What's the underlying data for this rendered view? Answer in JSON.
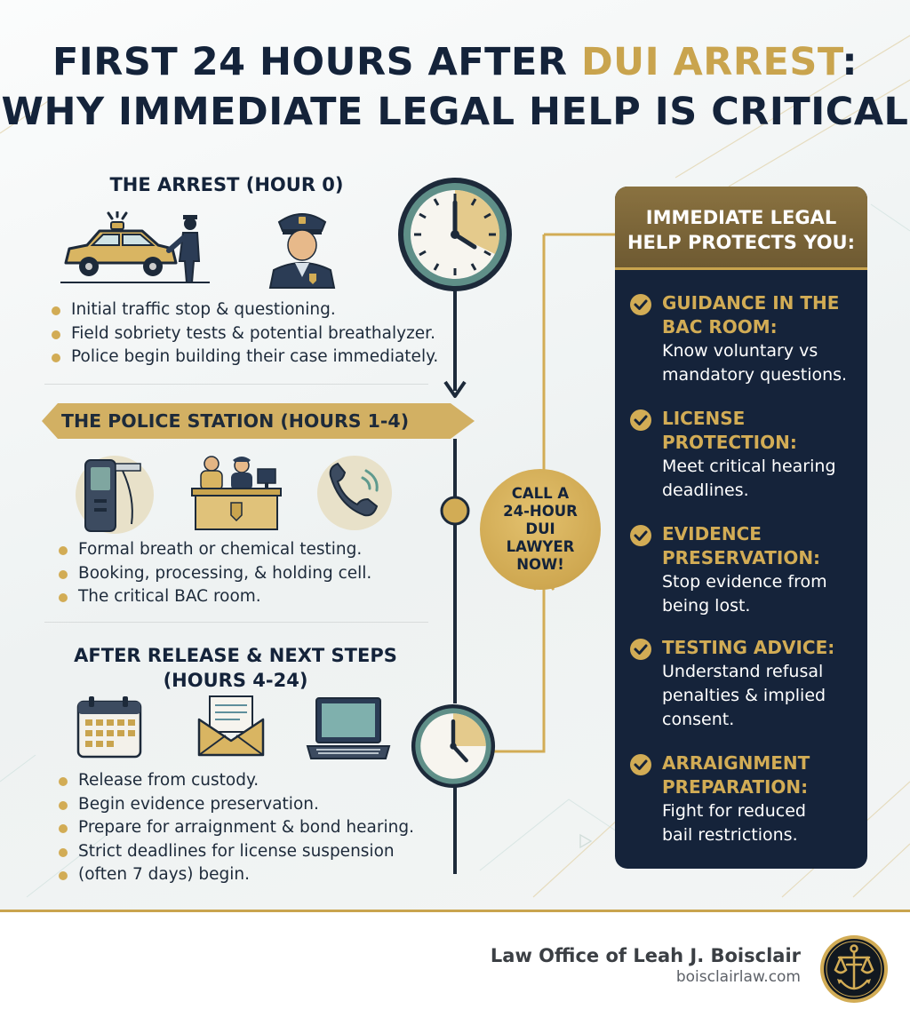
{
  "title": {
    "line1_pre": "FIRST 24 HOURS AFTER ",
    "line1_accent": "DUI ARREST",
    "line1_post": ":",
    "line2": "WHY IMMEDIATE LEGAL HELP IS CRITICAL"
  },
  "colors": {
    "navy": "#14233a",
    "gold": "#c9a44e",
    "panel": "#15233a"
  },
  "arrest": {
    "heading": "THE ARREST (HOUR 0)",
    "icons": [
      "police-car-officer-icon",
      "police-officer-icon"
    ],
    "bullets": [
      "Initial traffic stop & questioning.",
      "Field sobriety tests & potential breathalyzer.",
      "Police begin building their case immediately."
    ]
  },
  "station": {
    "heading": "THE POLICE STATION (HOURS 1-4)",
    "icons": [
      "breathalyzer-icon",
      "booking-desk-icon",
      "phone-icon"
    ],
    "bullets": [
      "Formal breath or chemical testing.",
      "Booking, processing, & holding cell.",
      "The critical BAC room."
    ]
  },
  "release": {
    "heading_line1": "AFTER RELEASE & NEXT STEPS",
    "heading_line2": "(HOURS 4-24)",
    "icons": [
      "calendar-icon",
      "envelope-icon",
      "laptop-icon"
    ],
    "bullets": [
      "Release from custody.",
      "Begin evidence preservation.",
      "Prepare for arraignment & bond hearing.",
      "Strict deadlines for license suspension",
      "(often 7 days) begin."
    ]
  },
  "call": {
    "lines": [
      "CALL A",
      "24-HOUR",
      "DUI",
      "LAWYER",
      "NOW!"
    ]
  },
  "panel": {
    "heading_line1": "IMMEDIATE LEGAL",
    "heading_line2": "HELP PROTECTS YOU:",
    "items": [
      {
        "title": [
          "GUIDANCE IN THE",
          "BAC ROOM:"
        ],
        "desc": [
          "Know voluntary vs",
          "mandatory questions."
        ]
      },
      {
        "title": [
          "LICENSE",
          "PROTECTION:"
        ],
        "desc": [
          "Meet critical hearing",
          "deadlines."
        ]
      },
      {
        "title": [
          "EVIDENCE",
          "PRESERVATION:"
        ],
        "desc": [
          "Stop evidence from",
          "being lost."
        ]
      },
      {
        "title": [
          "TESTING ADVICE:"
        ],
        "desc": [
          "Understand refusal",
          "penalties & implied",
          "consent."
        ]
      },
      {
        "title": [
          "ARRAIGNMENT",
          "PREPARATION:"
        ],
        "desc": [
          "Fight for reduced",
          "bail restrictions."
        ]
      }
    ]
  },
  "footer": {
    "firm_name": "Law Office of Leah J. Boisclair",
    "website": "boisclairlaw.com",
    "logo_icon": "scales-anchor-logo-icon"
  }
}
